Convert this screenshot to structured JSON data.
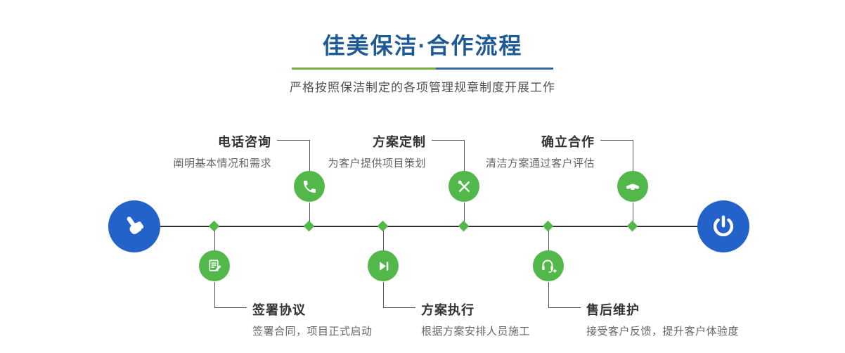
{
  "header": {
    "title": "佳美保洁·合作流程",
    "subtitle": "严格按照保洁制定的各项管理规章制度开展工作"
  },
  "colors": {
    "title_blue": "#1d5a96",
    "divider_green": "#76b043",
    "divider_blue": "#38699e",
    "node_green": "#52b849",
    "node_blue": "#2362c8"
  },
  "timeline": {
    "start_icon": "pointing-hand-icon",
    "end_icon": "power-icon",
    "steps_top": [
      {
        "title": "电话咨询",
        "desc": "阐明基本情况和需求",
        "icon": "phone-icon"
      },
      {
        "title": "方案定制",
        "desc": "为客户提供项目策划",
        "icon": "pencil-wrench-icon"
      },
      {
        "title": "确立合作",
        "desc": "清洁方案通过客户评估",
        "icon": "handshake-icon"
      }
    ],
    "steps_bottom": [
      {
        "title": "签署协议",
        "desc": "签署合同，项目正式启动",
        "icon": "document-pen-icon"
      },
      {
        "title": "方案执行",
        "desc": "根据方案安排人员施工",
        "icon": "play-next-icon"
      },
      {
        "title": "售后维护",
        "desc": "接受客户反馈，提升客户体验度",
        "icon": "headset-plus-icon"
      }
    ]
  }
}
